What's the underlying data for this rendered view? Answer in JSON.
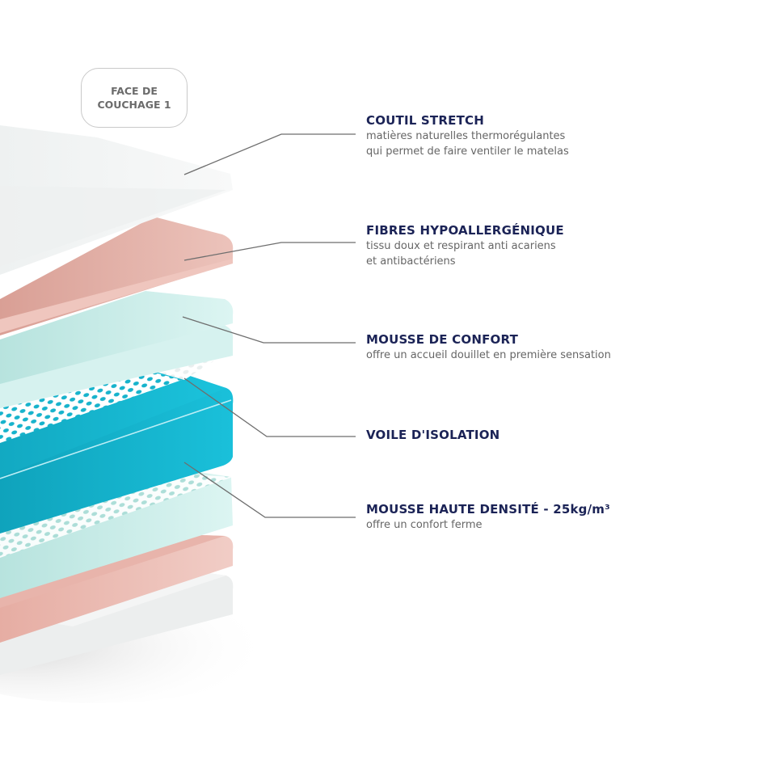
{
  "badge": {
    "line1": "FACE DE",
    "line2": "COUCHAGE 1"
  },
  "layers": [
    {
      "title": "COUTIL STRETCH",
      "desc_line1": "matières naturelles thermorégulantes",
      "desc_line2": "qui permet de faire ventiler le matelas"
    },
    {
      "title": "FIBRES HYPOALLERGÉNIQUE",
      "desc_line1": "tissu doux et respirant anti acariens",
      "desc_line2": "et antibactériens"
    },
    {
      "title": "MOUSSE DE CONFORT",
      "desc_line1": "offre un accueil douillet en première sensation"
    },
    {
      "title": "VOILE D'ISOLATION"
    },
    {
      "title": "MOUSSE HAUTE DENSITÉ - 25kg/m³",
      "desc_line1": "offre un confort ferme"
    }
  ],
  "colors": {
    "title_navy": "#1b2356",
    "desc_gray": "#666666",
    "coutil_white": "#f2f4f4",
    "fibres_pink": "#e3b0a8",
    "mousse_mint": "#c4ece7",
    "haute_densite_cyan": "#19bdd6",
    "leader_line": "#6e6e6e"
  }
}
